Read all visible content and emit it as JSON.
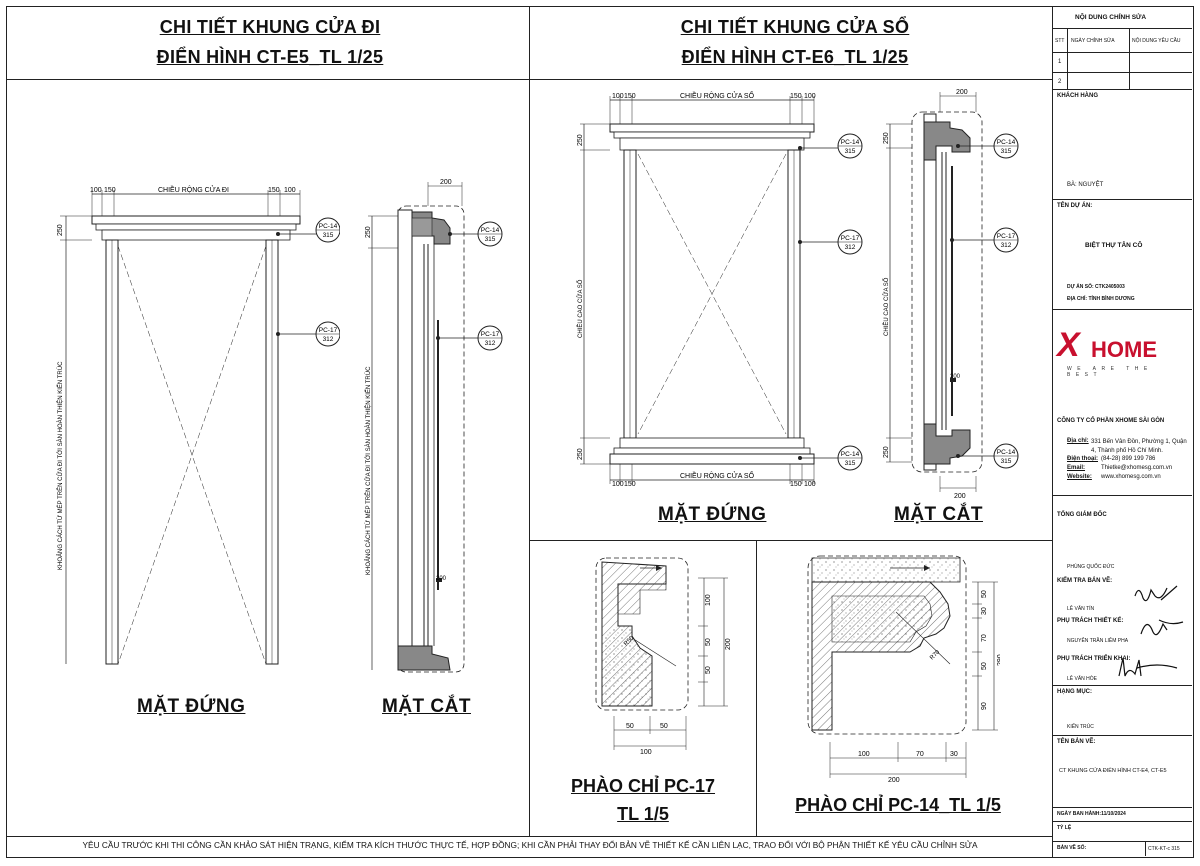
{
  "left_title": {
    "line1": "CHI TIẾT KHUNG CỬA ĐI",
    "line2": "ĐIỂN HÌNH CT-E5_TL 1/25"
  },
  "right_title": {
    "line1": "CHI TIẾT KHUNG CỬA SỔ",
    "line2": "ĐIỂN HÌNH CT-E6_TL 1/25"
  },
  "door": {
    "width_label": "CHIỀU RỘNG CỬA ĐI",
    "dim_left": [
      "100",
      "150"
    ],
    "dim_right": [
      "150",
      "100"
    ],
    "dim_top": "250",
    "height_label": "KHOẢNG CÁCH TỪ MÉP TRÊN CỬA ĐI TỚI SÀN HOÀN THIỆN KIẾN TRÚC",
    "tag1": {
      "code": "PC-14",
      "num": "315"
    },
    "tag2": {
      "code": "PC-17",
      "num": "312"
    },
    "elevation_label": "MẶT ĐỨNG",
    "section_label": "MẶT CẮT",
    "section_dim_top": "200",
    "section_dim_side": "250",
    "section_inner": "200",
    "section_height_label": "KHOẢNG CÁCH TỪ MÉP TRÊN CỬA ĐI TỚI SÀN HOÀN THIỆN KIẾN TRÚC"
  },
  "window": {
    "width_label": "CHIỀU RỘNG CỬA SỔ",
    "dim_left": [
      "100",
      "150"
    ],
    "dim_right": [
      "150",
      "100"
    ],
    "dim_top": "250",
    "dim_bottom": "250",
    "height_label": "CHIỀU CAO CỬA SỔ",
    "tag1": {
      "code": "PC-14",
      "num": "315"
    },
    "tag2": {
      "code": "PC-17",
      "num": "312"
    },
    "tag3": {
      "code": "PC-14",
      "num": "315"
    },
    "elevation_label": "MẶT ĐỨNG",
    "section_label": "MẶT CẮT",
    "section_dim_top": "200",
    "section_dim_bottom": "200",
    "section_inner": "200"
  },
  "pc17": {
    "title1": "PHÀO CHỈ PC-17",
    "title2": "TL 1/5",
    "dims_right": [
      "100",
      "50",
      "50",
      "200"
    ],
    "dims_bottom": [
      "50",
      "50",
      "100"
    ],
    "radius": "R50"
  },
  "pc14": {
    "title": "PHÀO CHỈ PC-14_TL 1/5",
    "dims_right": [
      "50",
      "30",
      "70",
      "50",
      "90",
      "290"
    ],
    "dims_bottom": [
      "100",
      "70",
      "30",
      "200"
    ],
    "radius": "R70"
  },
  "footer_note": "YÊU CẦU TRƯỚC KHI THI CÔNG CẦN KHẢO SÁT HIỆN TRẠNG, KIỂM TRA  KÍCH THƯỚC THỰC TẾ, HỢP ĐỒNG; KHI CẦN PHẢI THAY ĐỔI BẢN VẼ THIẾT KẾ CẦN LIÊN LẠC, TRAO ĐỔI VỚI BỘ PHẬN THIẾT KẾ YÊU CẦU CHỈNH SỬA",
  "title_block": {
    "revision_header": "NỘI DUNG CHỈNH SỬA",
    "rev_cols": [
      "STT",
      "NGÀY CHỈNH SỬA",
      "NỘI DUNG YÊU CẦU"
    ],
    "rev_rows": [
      "1",
      "2"
    ],
    "client_label": "KHÁCH HÀNG",
    "client_value": "BÀ: NGUYỆT",
    "project_label": "TÊN DỰ ÁN:",
    "project_value": "BIỆT THỰ TÂN CÔ",
    "project_no": "DỰ ÁN SỐ: CTK2405003",
    "project_addr": "ĐỊA CHỈ: TỈNH BÌNH DƯƠNG",
    "logo_x": "X",
    "logo_home": "HOME",
    "logo_tag": "WE ARE THE BEST",
    "company": "CÔNG TY CỔ PHẦN  XHOME SÀI GÒN",
    "addr_label": "Địa chỉ:",
    "addr_value": "331 Bến Vân Đồn, Phường 1, Quận 4, Thành phố Hồ Chí Minh.",
    "phone_label": "Điện thoại:",
    "phone_value": "(84-28) 899 199 786",
    "email_label": "Email:",
    "email_value": "Thietke@xhomesg.com.vn",
    "web_label": "Website:",
    "web_value": "www.xhomesg.com.vn",
    "director_label": "TỔNG GIÁM ĐỐC",
    "director_name": "PHÙNG QUỐC ĐỨC",
    "checker_label": "KIỂM TRA BẢN VẼ:",
    "checker_name": "LÊ VĂN TÍN",
    "designer_label": "PHỤ TRÁCH THIẾT KẾ:",
    "designer_name": "NGUYỄN TRẦN LIÊM PHA",
    "deploy_label": "PHỤ TRÁCH TRIỂN KHAI:",
    "deploy_name": "LÊ VĂN HÒE",
    "category_label": "HẠNG MỤC:",
    "category_value": "KIẾN TRÚC",
    "drawing_label": "TÊN BẢN VẼ:",
    "drawing_value": "CT KHUNG CỬA ĐIỂN HÌNH CT-E4, CT-E5",
    "issue_date": "NGÀY BAN HÀNH:11/10/2024",
    "scale_label": "TỶ LỆ",
    "sheet_label": "BẢN VẼ SỐ:",
    "sheet_value": "CTK-KT-c 315"
  },
  "colors": {
    "line": "#222222",
    "brand": "#c8102e",
    "hatch": "#555555",
    "dark_fill": "#777777"
  }
}
